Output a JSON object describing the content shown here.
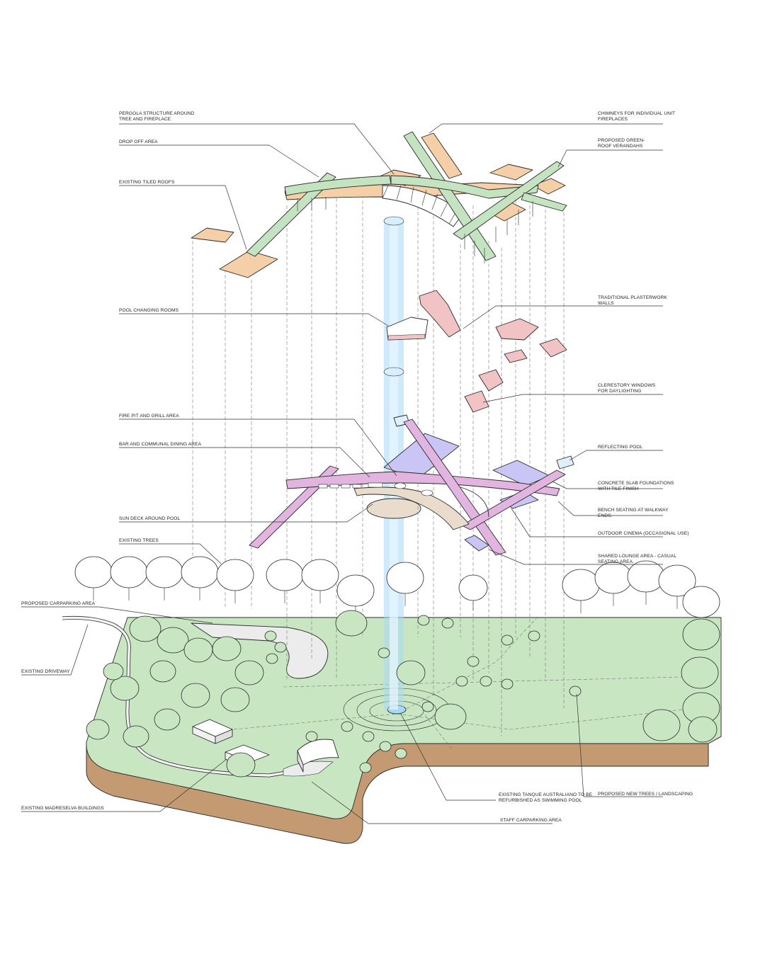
{
  "labels": {
    "pergola": [
      "PERGOLA STRUCTURE AROUND",
      "TREE AND FIREPLACE"
    ],
    "drop_off": [
      "DROP OFF AREA"
    ],
    "tiled_roofs": [
      "EXISTING TILED ROOFS"
    ],
    "chimneys": [
      "CHIMNEYS FOR INDIVIDUAL UNIT",
      "FIREPLACES"
    ],
    "green_roof": [
      "PROPOSED GREEN-",
      "ROOF VERANDAHS"
    ],
    "pool_changing": [
      "POOL CHANGING ROOMS"
    ],
    "plasterwork": [
      "TRADITIONAL PLASTERWORK",
      "WALLS"
    ],
    "clerestory": [
      "CLERESTORY WINDOWS",
      "FOR DAYLIGHTING"
    ],
    "fire_pit": [
      "FIRE PIT AND GRILL AREA"
    ],
    "bar_dining": [
      "BAR AND COMMUNAL DINING AREA"
    ],
    "reflecting_pool": [
      "REFLECTING POOL"
    ],
    "concrete_slab": [
      "CONCRETE SLAB FOUNDATIONS",
      "WITH TILE FINISH"
    ],
    "sun_deck": [
      "SUN DECK AROUND POOL"
    ],
    "bench_seating": [
      "BENCH SEATING AT WALKWAY",
      "ENDS."
    ],
    "outdoor_cinema": [
      "OUTDOOR CINEMA (OCCASIONAL USE)"
    ],
    "existing_trees": [
      "EXISTING TREES"
    ],
    "shared_lounge": [
      "SHARED LOUNGE AREA - CASUAL",
      "SEATING AREA."
    ],
    "carparking": [
      "PROPOSED CARPARKING AREA"
    ],
    "driveway": [
      "EXISTING DRIVEWAY"
    ],
    "tanque": [
      "EXISTING TANQUE AUSTRALIANO TO BE",
      "REFURBISHED AS SWIMMING POOL"
    ],
    "new_trees": [
      "PROPOSED NEW TREES / LANDSCAPING"
    ],
    "madreselva": [
      "EXISTING MADRESELVA BUILDINGS"
    ],
    "staff_parking": [
      "STAFF CARPARKING AREA"
    ]
  },
  "colors": {
    "green_roof": "#c4e3c0",
    "tiled_roof": "#f5cfa8",
    "plaster_wall": "#f2c3c5",
    "slab_pink": "#e2b4e0",
    "reflecting_blue": "#c9c5f5",
    "light_beam": "#a8d8f5",
    "ground": "#c9e6c3",
    "soil": "#c49a72",
    "deck": "#e9dccd"
  }
}
